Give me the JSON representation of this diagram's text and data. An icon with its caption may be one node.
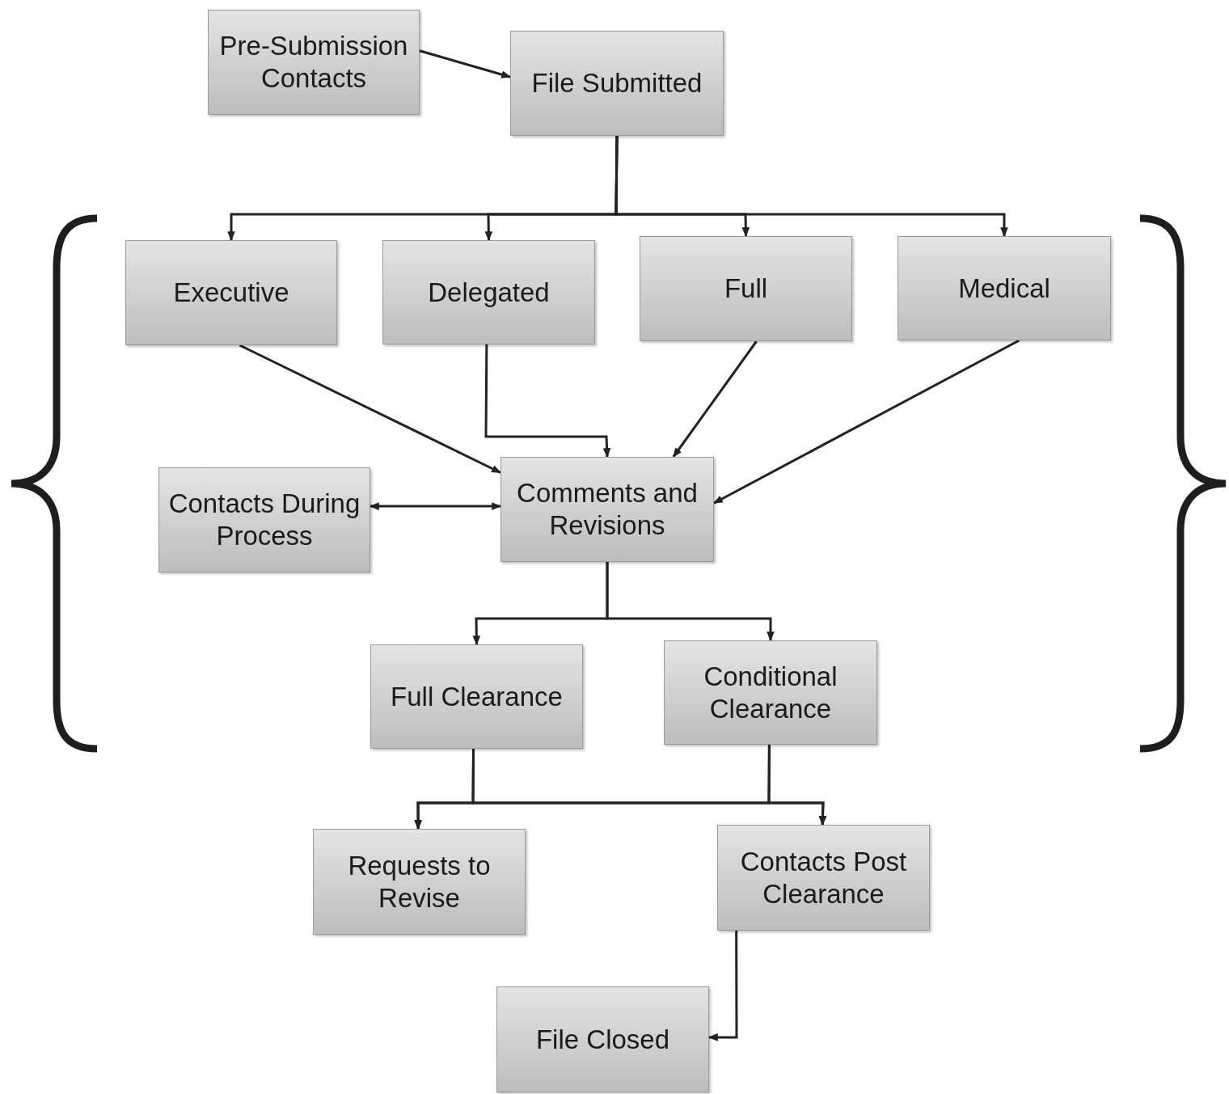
{
  "diagram": {
    "nodes": [
      {
        "text": [
          "Pre-Submission Contacts"
        ]
      },
      {
        "text": [
          "File Submitted"
        ]
      },
      {
        "text": [
          "Executive"
        ]
      },
      {
        "text": [
          "Delegated"
        ]
      },
      {
        "text": [
          "Full"
        ]
      },
      {
        "text": [
          "Medical"
        ]
      },
      {
        "text": [
          "Contacts During Process"
        ]
      },
      {
        "text": [
          "Comments and Revisions"
        ]
      },
      {
        "text": [
          "Full Clearance"
        ]
      },
      {
        "text": [
          "Conditional Clearance"
        ]
      },
      {
        "text": [
          "Requests to Revise"
        ]
      },
      {
        "text": [
          "Contacts Post Clearance"
        ]
      },
      {
        "text": [
          "File Closed"
        ]
      }
    ],
    "edges": [
      {
        "from": 0,
        "to": 1,
        "arrow": "to"
      },
      {
        "from": 1,
        "to": 2,
        "arrow": "to"
      },
      {
        "from": 1,
        "to": 3,
        "arrow": "to"
      },
      {
        "from": 1,
        "to": 4,
        "arrow": "to"
      },
      {
        "from": 1,
        "to": 5,
        "arrow": "to"
      },
      {
        "from": 2,
        "to": 7,
        "arrow": "to"
      },
      {
        "from": 3,
        "to": 7,
        "arrow": "to"
      },
      {
        "from": 4,
        "to": 7,
        "arrow": "to"
      },
      {
        "from": 5,
        "to": 7,
        "arrow": "to"
      },
      {
        "from": 6,
        "to": 7,
        "arrow": "both"
      },
      {
        "from": 7,
        "to": 8,
        "arrow": "to"
      },
      {
        "from": 7,
        "to": 9,
        "arrow": "to"
      },
      {
        "from": 8,
        "to": 10,
        "arrow": "to"
      },
      {
        "from": 8,
        "to": 11,
        "arrow": "to"
      },
      {
        "from": 9,
        "to": 10,
        "arrow": "to"
      },
      {
        "from": 9,
        "to": 11,
        "arrow": "to"
      },
      {
        "from": 11,
        "to": 12,
        "arrow": "to"
      }
    ]
  }
}
